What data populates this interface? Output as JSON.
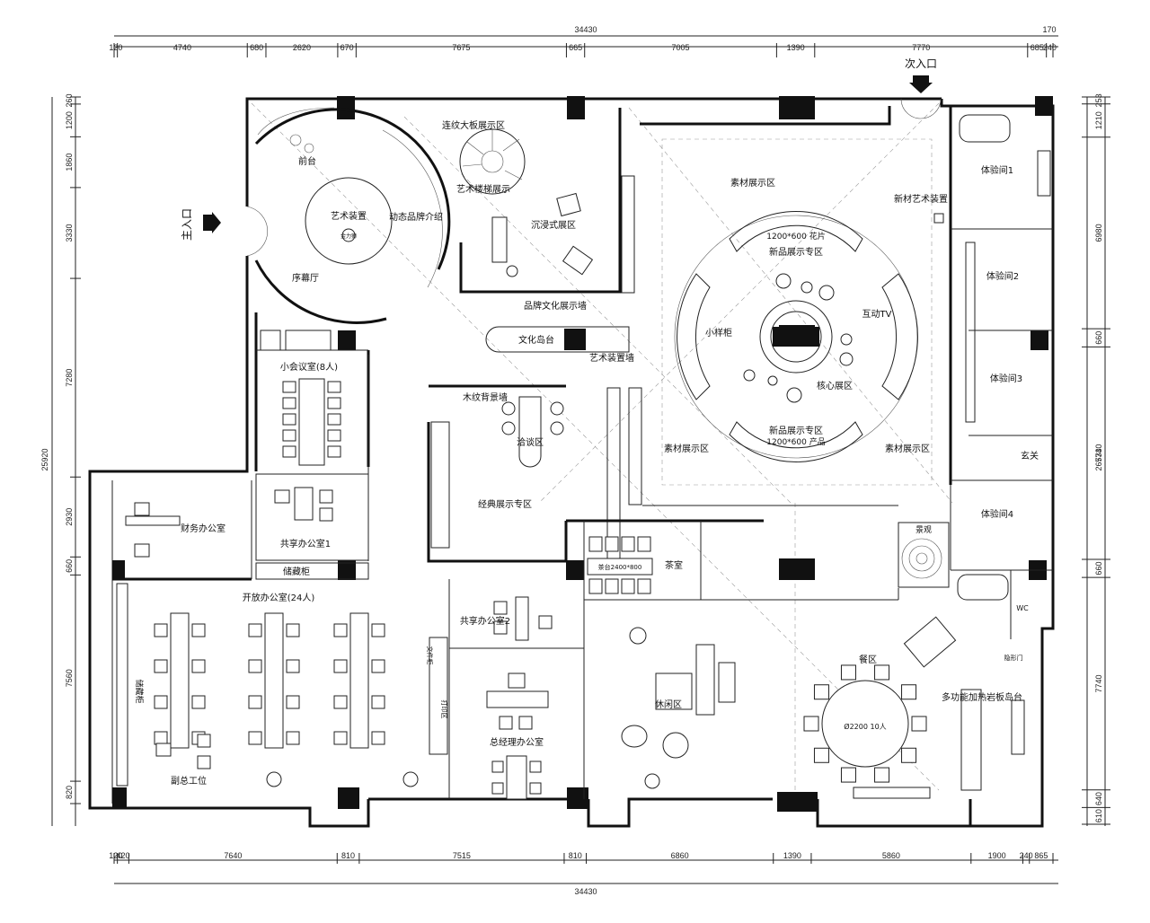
{
  "dimensions": {
    "top_total": "34430",
    "top_segments": [
      "120",
      "4740",
      "680",
      "2620",
      "670",
      "7675",
      "665",
      "7005",
      "1390",
      "7770",
      "685",
      "240"
    ],
    "top_extra": "170",
    "bottom_total": "34430",
    "bottom_segments": [
      "120",
      "420",
      "7640",
      "810",
      "7515",
      "810",
      "6860",
      "1390",
      "5860",
      "1900",
      "240",
      "865"
    ],
    "left_total": "25920",
    "left_segments": [
      "260",
      "1200",
      "1860",
      "3330",
      "7280",
      "2930",
      "660",
      "7560",
      "820"
    ],
    "right_total": "26533",
    "right_segments": [
      "253",
      "1210",
      "6980",
      "660",
      "7740",
      "660",
      "7740",
      "640",
      "610"
    ]
  },
  "entrances": {
    "main": "主入口",
    "secondary": "次入口"
  },
  "rooms": {
    "reception": "前台",
    "art_installation": "艺术装置",
    "art_logo": "金力狮",
    "dynamic_brand": "动态品牌介绍",
    "prelude_hall": "序幕厅",
    "veneer_display": "连纹大板展示区",
    "art_stair": "艺术楼梯展示",
    "immersive": "沉浸式展区",
    "brand_wall": "品牌文化展示墙",
    "culture_island": "文化岛台",
    "art_wall": "艺术装置墙",
    "small_meeting": "小会议室(8人)",
    "wood_wall": "木纹背景墙",
    "negotiation": "洽谈区",
    "classic_display": "经典展示专区",
    "material_top": "素材展示区",
    "new_art": "新材艺术装置",
    "new_top_size": "1200*600  花片",
    "new_top": "新品展示专区",
    "sample_cabinet": "小样柜",
    "interactive_tv": "互动TV",
    "core": "核心展区",
    "new_bottom": "新品展示专区",
    "new_bottom_size": "1200*600  产品",
    "material_left": "素材展示区",
    "material_right": "素材展示区",
    "exp1": "体验间1",
    "exp2": "体验间2",
    "exp3": "体验间3",
    "foyer": "玄关",
    "exp4": "体验间4",
    "landscape": "景观",
    "finance": "财务办公室",
    "shared1": "共享办公室1",
    "storage": "储藏柜",
    "tea_room": "茶室",
    "tea_table": "茶台2400*800",
    "open_office": "开放办公室(24人)",
    "shared2": "共享办公室2",
    "gm_office": "总经理办公室",
    "storage_v": "储藏柜",
    "leisure": "休闲区",
    "dining": "餐区",
    "table_size": "Ø2200 10人",
    "island": "多功能加热岩板岛台",
    "wc": "WC",
    "vp_office": "副总工位",
    "hidden_door": "隐形门",
    "cabinet_a": "文件柜",
    "cabinet_b": "打印区"
  }
}
